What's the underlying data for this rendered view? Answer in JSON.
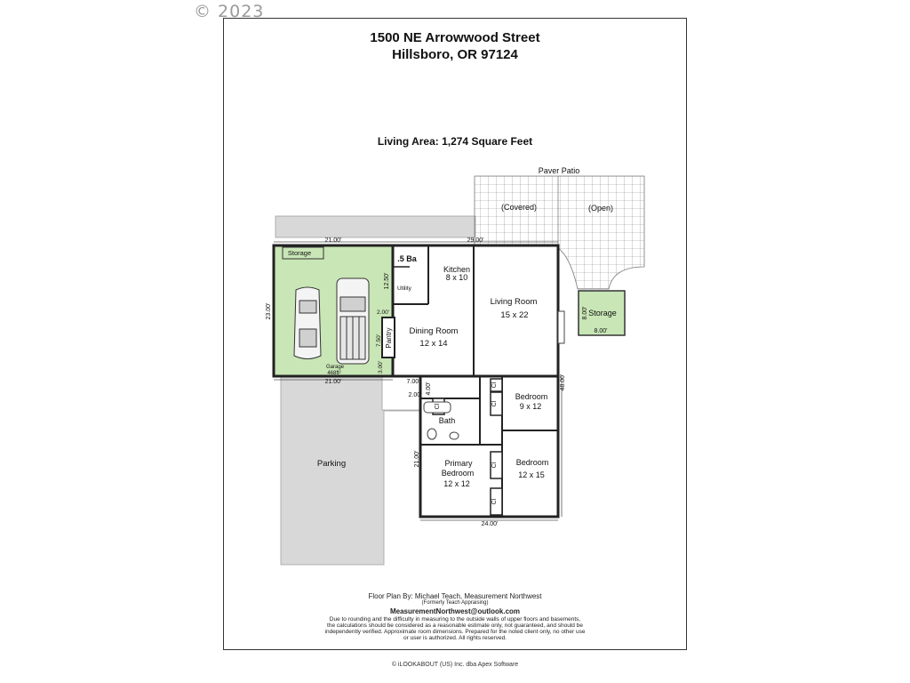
{
  "header": {
    "copyright": "© 2023",
    "address_line1": "1500 NE Arrowwood Street",
    "address_line2": "Hillsboro, OR 97124",
    "living_area": "Living Area: 1,274 Square Feet"
  },
  "plan": {
    "patio_label": "Paver Patio",
    "covered_label": "(Covered)",
    "open_label": "(Open)",
    "storage_outdoor": "Storage",
    "storage_outdoor_dim_w": "8.00'",
    "storage_outdoor_dim_h": "8.00'",
    "garage_storage": "Storage",
    "garage_label": "Garage",
    "garage_area": "468ft²",
    "half_bath": ".5 Ba",
    "utility": "Utility",
    "kitchen": "Kitchen",
    "kitchen_size": "8 x 10",
    "living_room": "Living Room",
    "living_room_size": "15 x 22",
    "dining_room": "Dining Room",
    "dining_room_size": "12 x 14",
    "pantry": "Pantry",
    "bedroom1": "Bedroom",
    "bedroom1_size": "9 x 12",
    "bath": "Bath",
    "primary_bedroom_line1": "Primary",
    "primary_bedroom_line2": "Bedroom",
    "primary_bedroom_size": "12 x 12",
    "bedroom2": "Bedroom",
    "bedroom2_size": "12 x 15",
    "closet": "Cl",
    "parking": "Parking",
    "dims": {
      "garage_top": "21.00'",
      "garage_bottom": "21.00'",
      "garage_side": "23.00'",
      "house_top": "29.00'",
      "house_right": "48.00'",
      "bedrooms_bottom": "24.00'",
      "bedrooms_left": "21.00'",
      "kitchen_side": "12.50'",
      "two_a": "2.00'",
      "pantry_side": "7.50'",
      "three": "3.00'",
      "seven": "7.00'",
      "four": "4.00'",
      "two_b": "2.00'"
    }
  },
  "footer": {
    "line1": "Floor Plan By: Michael Teach, Measurement Northwest",
    "line2": "(Formerly Teach Appraising)",
    "email": "MeasurementNorthwest@outlook.com",
    "disclaimer1": "Due to rounding and the difficulty in measuring to the outside walls of upper floors and basements,",
    "disclaimer2": "the calculations should be considered as a reasonable estimate only, not guaranteed, and should be",
    "disclaimer3": "independently verified. Approximate room dimensions. Prepared for the noted client only, no other use",
    "disclaimer4": "or user is authorized. All rights reserved.",
    "credit": "© iLOOKABOUT (US) Inc. dba Apex Software"
  }
}
